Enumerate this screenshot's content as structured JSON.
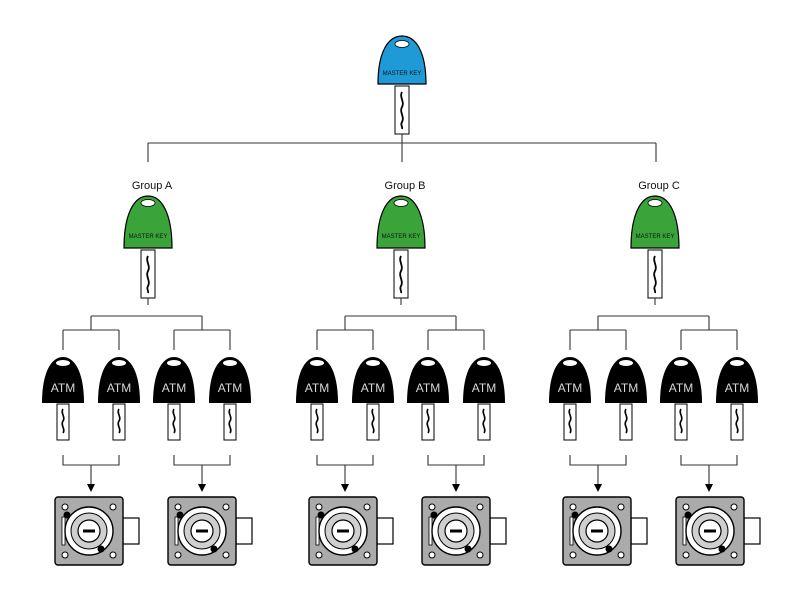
{
  "master": {
    "label": "MASTER KEY",
    "color": "#1e9ad6"
  },
  "groups": [
    {
      "name": "Group A",
      "key_label": "MASTER KEY",
      "color": "#3aa43a",
      "atm_labels": [
        "ATM",
        "ATM",
        "ATM",
        "ATM"
      ]
    },
    {
      "name": "Group B",
      "key_label": "MASTER KEY",
      "color": "#3aa43a",
      "atm_labels": [
        "ATM",
        "ATM",
        "ATM",
        "ATM"
      ]
    },
    {
      "name": "Group C",
      "key_label": "MASTER KEY",
      "color": "#3aa43a",
      "atm_labels": [
        "ATM",
        "ATM",
        "ATM",
        "ATM"
      ]
    }
  ],
  "atm_key_color": "#000000",
  "lock_icon": "cam-lock-icon",
  "key_icon": "key-icon"
}
